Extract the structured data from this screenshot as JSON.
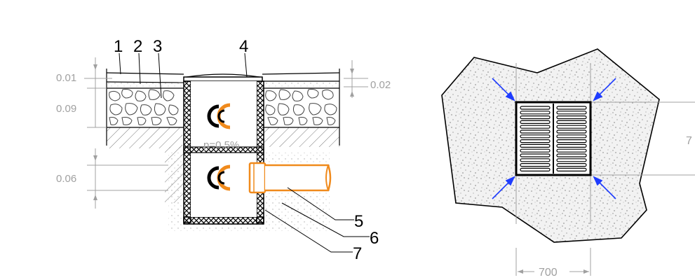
{
  "section": {
    "callouts": [
      "1",
      "2",
      "3",
      "4",
      "5",
      "6",
      "7"
    ],
    "dimensions": {
      "top_layer": "0.01",
      "gravel_layer": "0.09",
      "right_layer": "0.02",
      "pipe_depth": "0.06"
    },
    "slope": "p=0.5%"
  },
  "plan": {
    "width_dim": "700",
    "height_dim_partial": "7"
  },
  "colors": {
    "pipe": "#f08a1c",
    "arrows": "#1e3cff",
    "dimension": "#a0a0a0",
    "line": "#000000"
  }
}
